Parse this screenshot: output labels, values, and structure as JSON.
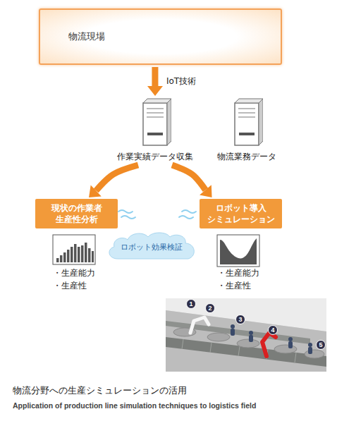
{
  "diagram": {
    "caption": "物流分野への生産シミュレーションの活用",
    "nodes": [
      {
        "text": [
          "物流現場"
        ]
      },
      {
        "text": [
          "作業実績データ収集"
        ]
      },
      {
        "text": [
          "物流業務データ"
        ]
      },
      {
        "text": [
          "現状の作業者 生産性分析"
        ]
      },
      {
        "text": [
          "ロボット導入 シミュレーション"
        ]
      },
      {
        "text": [
          "ロボット効果検証"
        ]
      }
    ],
    "edges": [
      {
        "from": 0,
        "to": 1,
        "arrow": "to",
        "label": "IoT技術"
      },
      {
        "from": 1,
        "to": 3,
        "arrow": "to"
      },
      {
        "from": 1,
        "to": 4,
        "arrow": "to"
      }
    ],
    "labels": [
      "・生産能力",
      "・生産性",
      "・生産能力",
      "・生産性",
      "1",
      "2",
      "3",
      "4",
      "5",
      "Application of production line simulation techniques to logistics field"
    ]
  }
}
